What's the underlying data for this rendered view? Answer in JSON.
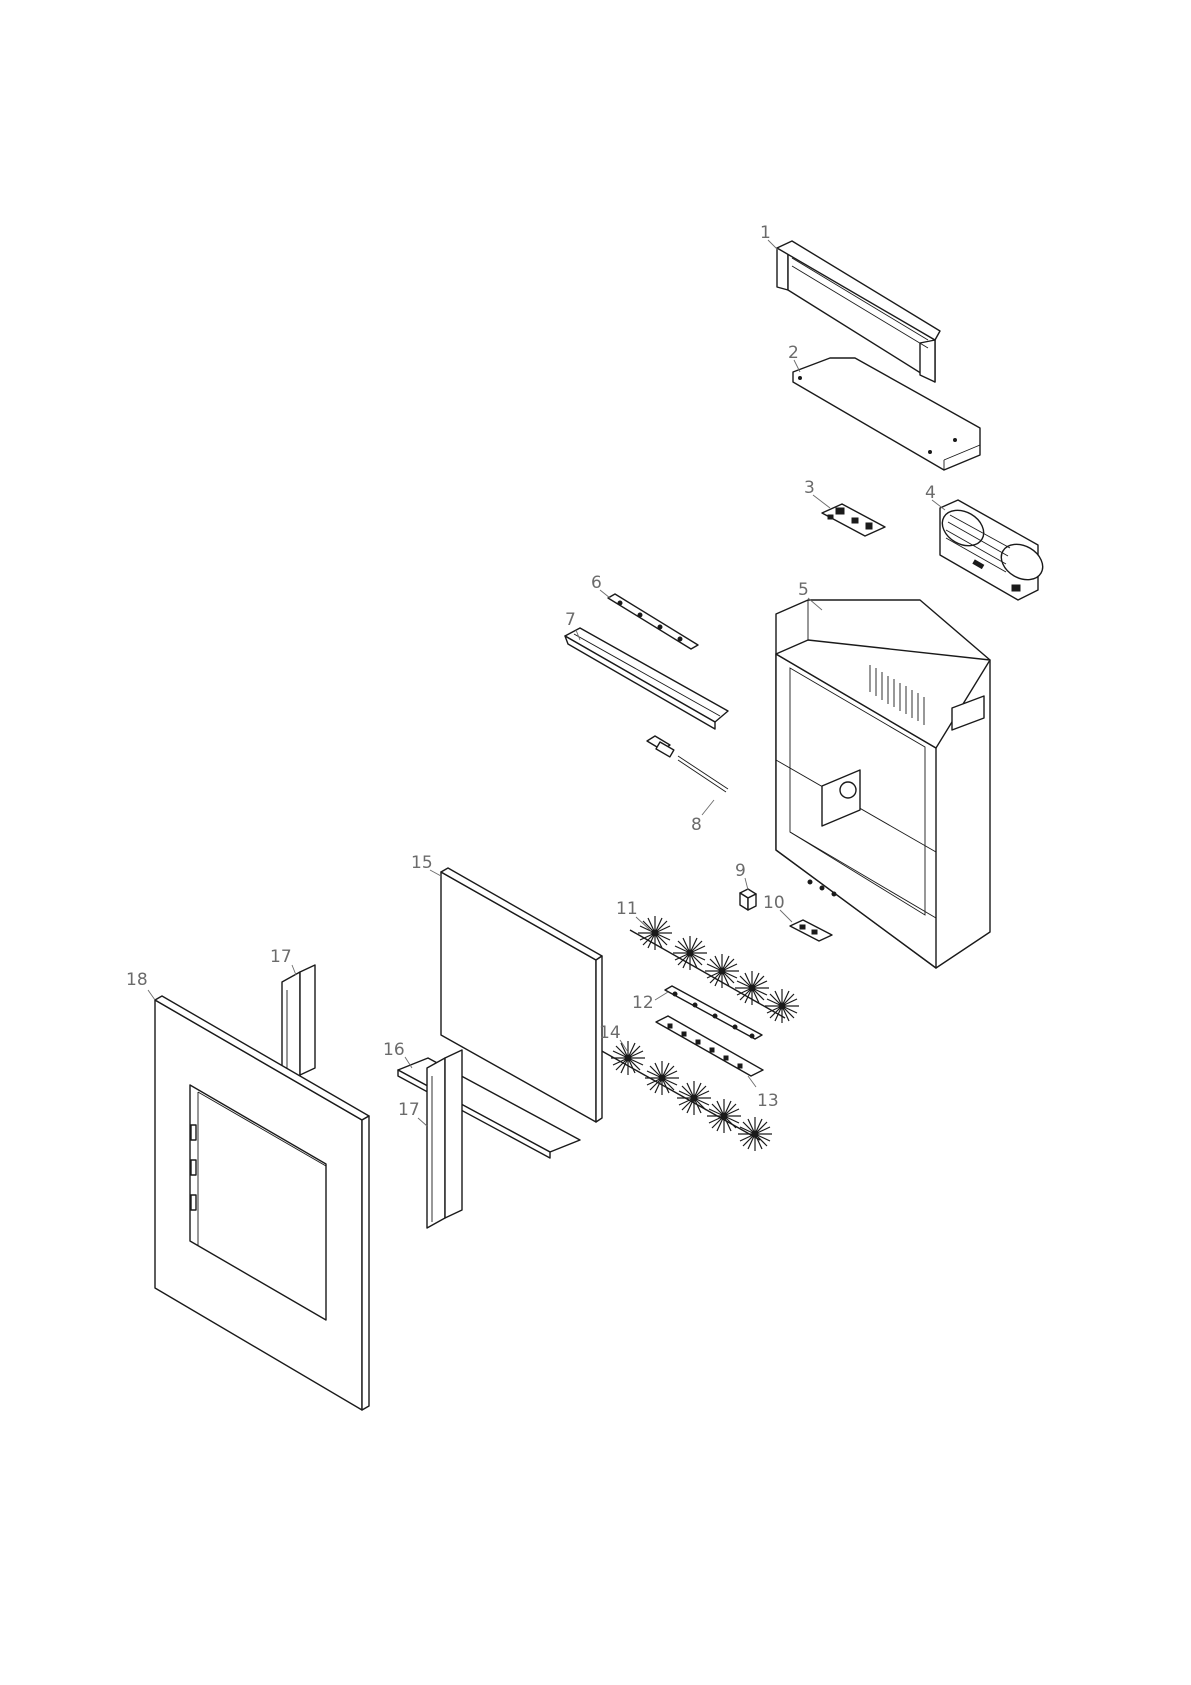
{
  "diagram": {
    "callouts": [
      {
        "id": "1",
        "label": "1"
      },
      {
        "id": "2",
        "label": "2"
      },
      {
        "id": "3",
        "label": "3"
      },
      {
        "id": "4",
        "label": "4"
      },
      {
        "id": "5",
        "label": "5"
      },
      {
        "id": "6",
        "label": "6"
      },
      {
        "id": "7",
        "label": "7"
      },
      {
        "id": "8",
        "label": "8"
      },
      {
        "id": "9",
        "label": "9"
      },
      {
        "id": "10",
        "label": "10"
      },
      {
        "id": "11",
        "label": "11"
      },
      {
        "id": "12",
        "label": "12"
      },
      {
        "id": "13",
        "label": "13"
      },
      {
        "id": "14",
        "label": "14"
      },
      {
        "id": "15",
        "label": "15"
      },
      {
        "id": "16",
        "label": "16"
      },
      {
        "id": "17a",
        "label": "17"
      },
      {
        "id": "17b",
        "label": "17"
      },
      {
        "id": "18",
        "label": "18"
      }
    ]
  },
  "colors": {
    "line": "#1a1a1a",
    "callout": "#6b6b6b",
    "background": "#ffffff"
  }
}
